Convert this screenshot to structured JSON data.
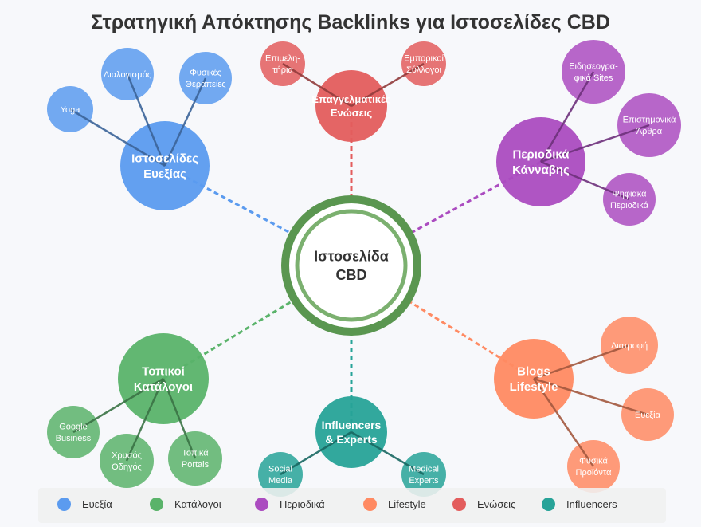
{
  "title": "Στρατηγική Απόκτησης Backlinks για Ιστοσελίδες CBD",
  "center": {
    "lines": [
      "Ιστοσελίδα",
      "CBD"
    ],
    "ring_color": "#5a9650",
    "inner_color": "#7bb06f"
  },
  "groups": [
    {
      "key": "wellness",
      "color": "#5b9bef",
      "hub": [
        "Ιστοσελίδες",
        "Ευεξίας"
      ],
      "children": [
        [
          "Yoga"
        ],
        [
          "Διαλογισμός"
        ],
        [
          "Φυσικές",
          "Θεραπείες"
        ]
      ]
    },
    {
      "key": "associations",
      "color": "#e35d5d",
      "hub": [
        "Επαγγελματικές",
        "Ενώσεις"
      ],
      "children": [
        [
          "Επιμελη-",
          "τήρια"
        ],
        [
          "Εμπορικοί",
          "Σύλλογοι"
        ]
      ]
    },
    {
      "key": "magazines",
      "color": "#ab4cc0",
      "hub": [
        "Περιοδικά",
        "Κάνναβης"
      ],
      "children": [
        [
          "Ειδησεογρα-",
          "φικά Sites"
        ],
        [
          "Επιστημονικά",
          "Άρθρα"
        ],
        [
          "Ψηφιακά",
          "Περιοδικά"
        ]
      ]
    },
    {
      "key": "directories",
      "color": "#5ab36a",
      "hub": [
        "Τοπικοί",
        "Κατάλογοι"
      ],
      "children": [
        [
          "Google",
          "Business"
        ],
        [
          "Χρυσός",
          "Οδηγός"
        ],
        [
          "Τοπικά",
          "Portals"
        ]
      ]
    },
    {
      "key": "influencers",
      "color": "#27a398",
      "hub": [
        "Influencers",
        "& Experts"
      ],
      "children": [
        [
          "Social",
          "Media"
        ],
        [
          "Medical",
          "Experts"
        ]
      ]
    },
    {
      "key": "lifestyle",
      "color": "#ff8a62",
      "hub": [
        "Blogs",
        "Lifestyle"
      ],
      "children": [
        [
          "Διατροφή"
        ],
        [
          "Ευεξία"
        ],
        [
          "Φυσικά",
          "Προϊόντα"
        ]
      ]
    }
  ],
  "legend": [
    {
      "label": "Ευεξία",
      "color": "#5b9bef"
    },
    {
      "label": "Κατάλογοι",
      "color": "#5ab36a"
    },
    {
      "label": "Περιοδικά",
      "color": "#ab4cc0"
    },
    {
      "label": "Lifestyle",
      "color": "#ff8a62"
    },
    {
      "label": "Ενώσεις",
      "color": "#e35d5d"
    },
    {
      "label": "Influencers",
      "color": "#27a398"
    }
  ]
}
